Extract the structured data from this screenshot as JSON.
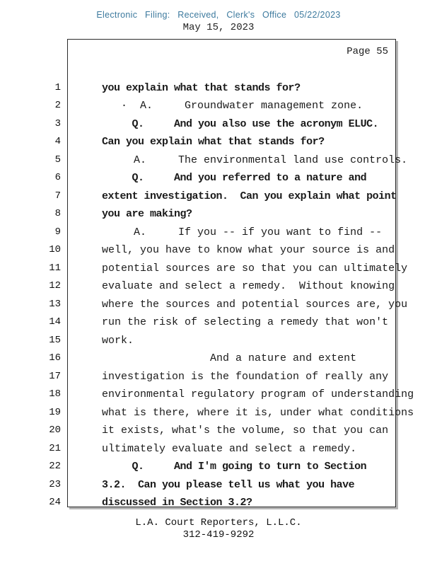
{
  "header": {
    "filing_stamp": "Electronic Filing: Received, Clerk's Office 05/22/2023",
    "hearing_date": "May 15, 2023"
  },
  "transcript": {
    "page_label": "Page 55",
    "lines": [
      {
        "num": "1",
        "text": "you explain what that stands for?",
        "bold": true
      },
      {
        "num": "2",
        "text": "   ·  A.     Groundwater management zone.",
        "bold": false
      },
      {
        "num": "3",
        "text": "     Q.     And you also use the acronym ELUC.",
        "bold": true
      },
      {
        "num": "4",
        "text": "Can you explain what that stands for?",
        "bold": true
      },
      {
        "num": "5",
        "text": "     A.     The environmental land use controls.",
        "bold": false
      },
      {
        "num": "6",
        "text": "     Q.     And you referred to a nature and",
        "bold": true
      },
      {
        "num": "7",
        "text": "extent investigation.  Can you explain what point",
        "bold": true
      },
      {
        "num": "8",
        "text": "you are making?",
        "bold": true
      },
      {
        "num": "9",
        "text": "     A.     If you -- if you want to find --",
        "bold": false
      },
      {
        "num": "10",
        "text": "well, you have to know what your source is and",
        "bold": false
      },
      {
        "num": "11",
        "text": "potential sources are so that you can ultimately",
        "bold": false
      },
      {
        "num": "12",
        "text": "evaluate and select a remedy.  Without knowing",
        "bold": false
      },
      {
        "num": "13",
        "text": "where the sources and potential sources are, you",
        "bold": false
      },
      {
        "num": "14",
        "text": "run the risk of selecting a remedy that won't",
        "bold": false
      },
      {
        "num": "15",
        "text": "work.",
        "bold": false
      },
      {
        "num": "16",
        "text": "                 And a nature and extent",
        "bold": false
      },
      {
        "num": "17",
        "text": "investigation is the foundation of really any",
        "bold": false
      },
      {
        "num": "18",
        "text": "environmental regulatory program of understanding",
        "bold": false
      },
      {
        "num": "19",
        "text": "what is there, where it is, under what conditions",
        "bold": false
      },
      {
        "num": "20",
        "text": "it exists, what's the volume, so that you can",
        "bold": false
      },
      {
        "num": "21",
        "text": "ultimately evaluate and select a remedy.",
        "bold": false
      },
      {
        "num": "22",
        "text": "     Q.     And I'm going to turn to Section",
        "bold": true
      },
      {
        "num": "23",
        "text": "3.2.  Can you please tell us what you have",
        "bold": true
      },
      {
        "num": "24",
        "text": "discussed in Section 3.2?",
        "bold": true
      }
    ]
  },
  "footer": {
    "company": "L.A. Court Reporters, L.L.C.",
    "phone": "312-419-9292"
  },
  "colors": {
    "stamp_blue": "#3d7a9e",
    "text": "#1a1a1a"
  }
}
